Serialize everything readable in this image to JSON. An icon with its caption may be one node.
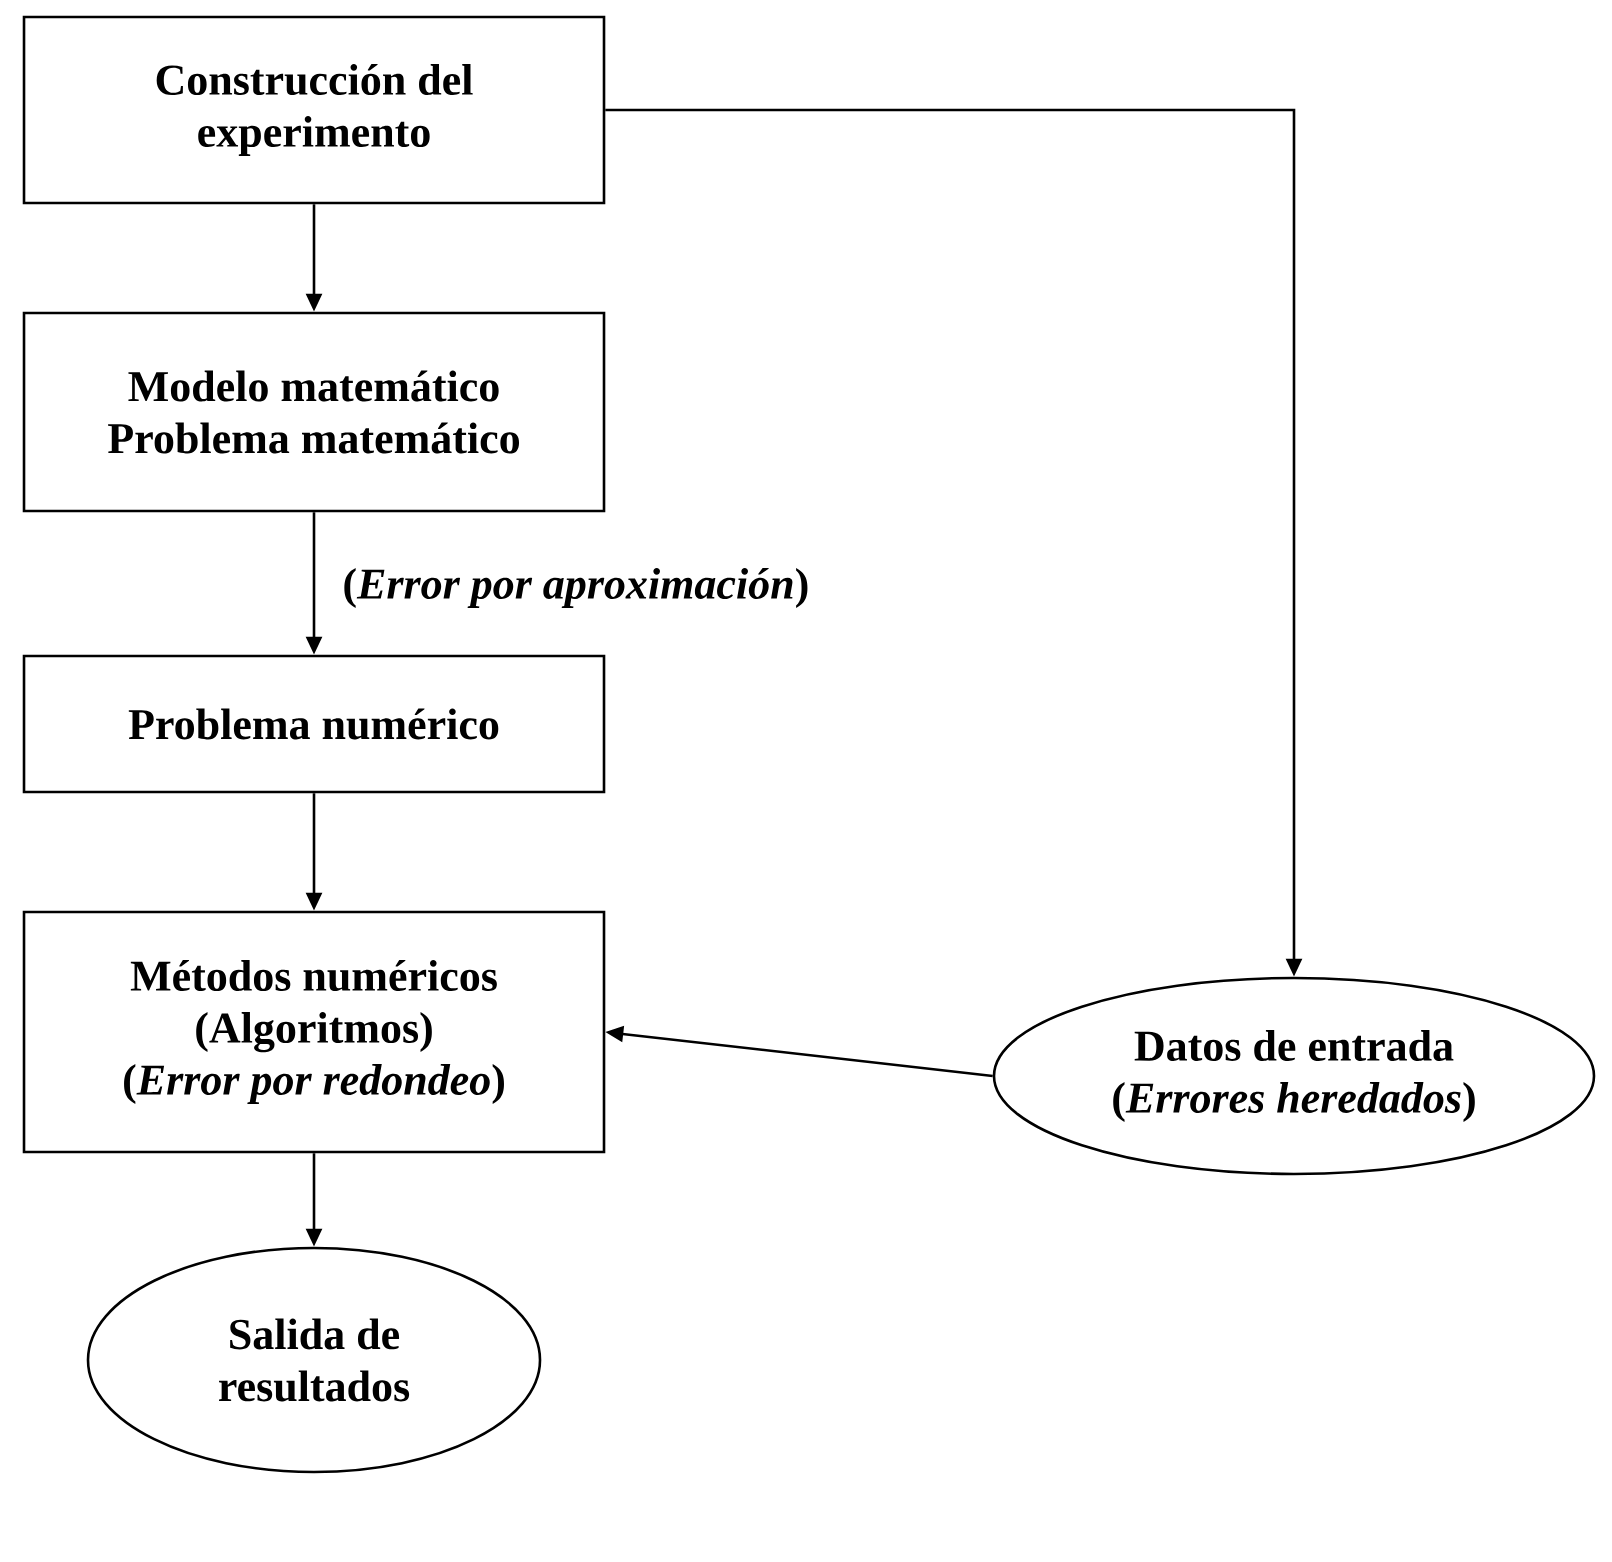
{
  "diagram": {
    "nodes": [
      {
        "text": [
          "Construcción del experimento"
        ]
      },
      {
        "text": [
          "Modelo matemático Problema matemático"
        ]
      },
      {
        "text": [
          "Problema numérico"
        ]
      },
      {
        "text": [
          "Métodos numéricos (Algoritmos)",
          "(*Error por redondeo*)"
        ]
      },
      {
        "text": [
          "Datos de entrada",
          "(*Errores heredados*)"
        ]
      },
      {
        "text": [
          "Salida de resultados"
        ]
      }
    ],
    "edges": [
      {
        "from": 0,
        "to": 1,
        "arrow": "to"
      },
      {
        "from": 1,
        "to": 2,
        "arrow": "to",
        "label": "(*Error por aproximación*)"
      },
      {
        "from": 2,
        "to": 3,
        "arrow": "to"
      },
      {
        "from": 0,
        "to": 4,
        "arrow": "to"
      },
      {
        "from": 4,
        "to": 3,
        "arrow": "to"
      },
      {
        "from": 3,
        "to": 5,
        "arrow": "to"
      }
    ]
  }
}
